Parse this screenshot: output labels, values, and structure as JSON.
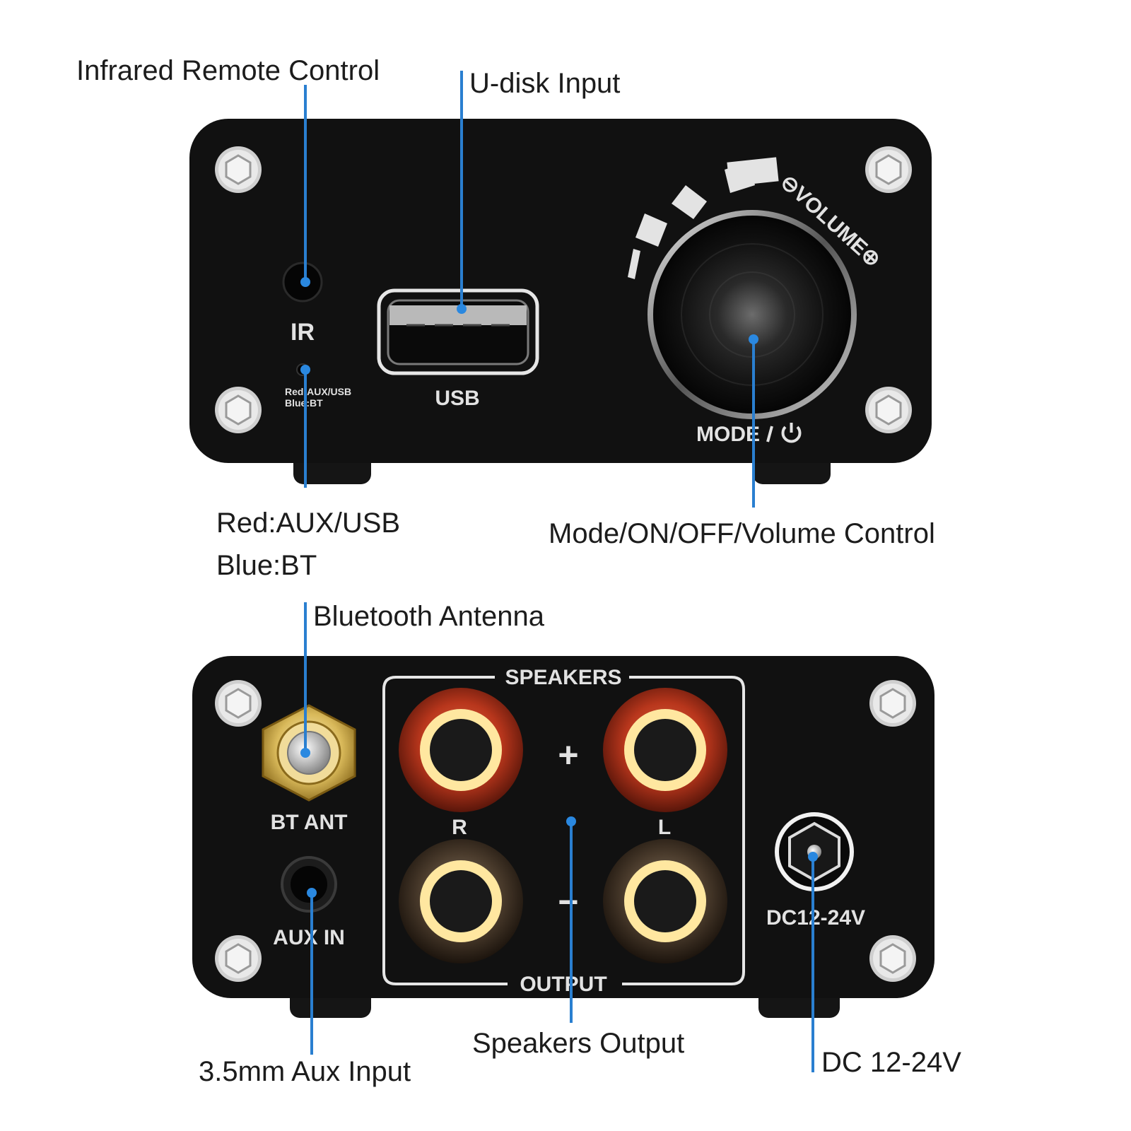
{
  "front": {
    "callouts": {
      "infrared": "Infrared Remote Control",
      "udisk": "U-disk Input",
      "indicator_line1": "Red:AUX/USB",
      "indicator_line2": "Blue:BT",
      "volume": "Mode/ON/OFF/Volume Control"
    },
    "panel": {
      "ir": "IR",
      "small_line1": "Red:AUX/USB",
      "small_line2": "Blue:BT",
      "usb": "USB",
      "volume_arc": "⊖VOLUME⊕",
      "mode": "MODE"
    }
  },
  "back": {
    "callouts": {
      "antenna": "Bluetooth Antenna",
      "aux": "3.5mm Aux Input",
      "speakers": "Speakers Output",
      "dc": "DC 12-24V"
    },
    "panel": {
      "bt_ant": "BT ANT",
      "aux_in": "AUX IN",
      "speakers": "SPEAKERS",
      "output": "OUTPUT",
      "plus": "+",
      "minus": "−",
      "right": "R",
      "left": "L",
      "dc": "DC12-24V"
    }
  },
  "colors": {
    "leader": "#2a7fd0",
    "panel": "#111111",
    "red_post": "#b8361c",
    "black_post": "#4a3b2c",
    "ring_glow": "#ffe7a0"
  }
}
